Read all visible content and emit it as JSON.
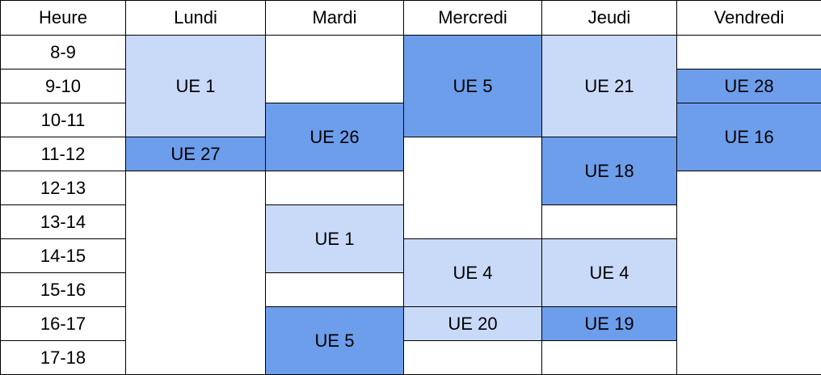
{
  "timetable": {
    "header": [
      "Heure",
      "Lundi",
      "Mardi",
      "Mercredi",
      "Jeudi",
      "Vendredi"
    ],
    "hours": [
      "8-9",
      "9-10",
      "10-11",
      "11-12",
      "12-13",
      "13-14",
      "14-15",
      "15-16",
      "16-17",
      "17-18"
    ],
    "colors": {
      "light": "#c9daf8",
      "dark": "#6d9eeb",
      "empty": "#ffffff"
    },
    "columns": [
      [
        {
          "label": "UE 1",
          "rows": 3,
          "shade": "light"
        },
        {
          "label": "UE 27",
          "rows": 1,
          "shade": "dark"
        },
        {
          "label": "",
          "rows": 6,
          "shade": "empty"
        }
      ],
      [
        {
          "label": "",
          "rows": 2,
          "shade": "empty"
        },
        {
          "label": "UE 26",
          "rows": 2,
          "shade": "dark"
        },
        {
          "label": "",
          "rows": 1,
          "shade": "empty"
        },
        {
          "label": "UE 1",
          "rows": 2,
          "shade": "light"
        },
        {
          "label": "",
          "rows": 1,
          "shade": "empty"
        },
        {
          "label": "UE 5",
          "rows": 2,
          "shade": "dark"
        }
      ],
      [
        {
          "label": "UE 5",
          "rows": 3,
          "shade": "dark"
        },
        {
          "label": "",
          "rows": 3,
          "shade": "empty"
        },
        {
          "label": "UE 4",
          "rows": 2,
          "shade": "light"
        },
        {
          "label": "UE 20",
          "rows": 1,
          "shade": "light"
        },
        {
          "label": "",
          "rows": 1,
          "shade": "empty"
        }
      ],
      [
        {
          "label": "UE 21",
          "rows": 3,
          "shade": "light"
        },
        {
          "label": "UE 18",
          "rows": 2,
          "shade": "dark"
        },
        {
          "label": "",
          "rows": 1,
          "shade": "empty"
        },
        {
          "label": "UE 4",
          "rows": 2,
          "shade": "light"
        },
        {
          "label": "UE 19",
          "rows": 1,
          "shade": "dark"
        },
        {
          "label": "",
          "rows": 1,
          "shade": "empty"
        }
      ],
      [
        {
          "label": "",
          "rows": 1,
          "shade": "empty"
        },
        {
          "label": "UE 28",
          "rows": 1,
          "shade": "dark"
        },
        {
          "label": "UE 16",
          "rows": 2,
          "shade": "dark"
        },
        {
          "label": "",
          "rows": 6,
          "shade": "empty"
        }
      ]
    ]
  }
}
